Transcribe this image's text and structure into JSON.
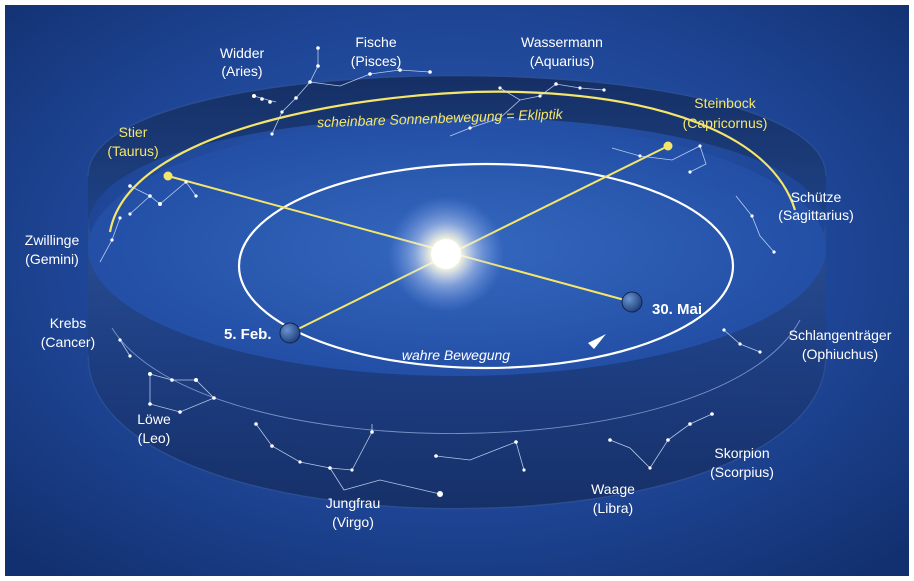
{
  "ecliptic_label": "scheinbare Sonnenbewegung = Ekliptik",
  "orbit_label": "wahre Bewegung",
  "earth_positions": [
    {
      "date": "5. Feb."
    },
    {
      "date": "30. Mai"
    }
  ],
  "constellations": [
    {
      "name": "Widder",
      "latin": "(Aries)"
    },
    {
      "name": "Fische",
      "latin": "(Pisces)"
    },
    {
      "name": "Wassermann",
      "latin": "(Aquarius)"
    },
    {
      "name": "Steinbock",
      "latin": "(Capricornus)"
    },
    {
      "name": "Stier",
      "latin": "(Taurus)"
    },
    {
      "name": "Schütze",
      "latin": "(Sagittarius)"
    },
    {
      "name": "Zwillinge",
      "latin": "(Gemini)"
    },
    {
      "name": "Schlangenträger",
      "latin": "(Ophiuchus)"
    },
    {
      "name": "Krebs",
      "latin": "(Cancer)"
    },
    {
      "name": "Skorpion",
      "latin": "(Scorpius)"
    },
    {
      "name": "Löwe",
      "latin": "(Leo)"
    },
    {
      "name": "Jungfrau",
      "latin": "(Virgo)"
    },
    {
      "name": "Waage",
      "latin": "(Libra)"
    }
  ],
  "colors": {
    "background": "#1b3f8e",
    "ecliptic": "#f5e66a",
    "sun": "#fffbe0",
    "earth": "#2d5a9a",
    "orbit": "#ffffff"
  }
}
